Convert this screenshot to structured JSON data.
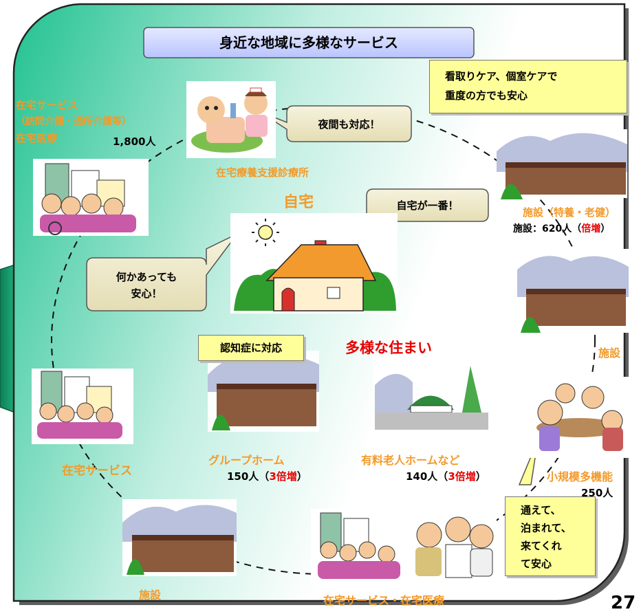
{
  "title": "身近な地域に多様なサービス",
  "page_number": "27",
  "hospice_note": [
    "看取りケア、個室ケアで",
    "重度の方でも安心"
  ],
  "home_care_top": {
    "lines": [
      "在宅サービス",
      "（訪問介護・通所介護等）",
      "在宅医療"
    ],
    "count": "1,800人"
  },
  "clinic_label": "在宅療養支援診療所",
  "night_bubble": "夜間も対応！",
  "home_label": "自宅",
  "home_best_bubble": "自宅が一番！",
  "anxiety_bubble": [
    "何かあっても",
    "安心！"
  ],
  "facility_top": {
    "label": "施設（特養・老健）",
    "count_prefix": "施設：620人（",
    "count_emph": "倍増",
    "count_suffix": "）"
  },
  "facility_right_label": "施設",
  "dementia_note": "認知症に対応",
  "diverse_housing": "多様な住まい",
  "group_home": {
    "label": "グループホーム",
    "count_prefix": "150人（",
    "count_emph": "3倍増",
    "count_suffix": "）"
  },
  "elderly_home": {
    "label": "有料老人ホームなど",
    "count_prefix": "140人（",
    "count_emph": "3倍増",
    "count_suffix": "）"
  },
  "small_multi": {
    "label": "小規模多機能",
    "count": "250人"
  },
  "home_service_left": "在宅サービス",
  "facility_bottom": "施設",
  "home_service_bottom": "在宅サービス・在宅医療",
  "small_multi_note": [
    "通えて、",
    "泊まれて、",
    "来てくれ",
    "て安心"
  ],
  "colors": {
    "orange_label": "#f39a2a",
    "emphasis_red": "#e60000",
    "note_yellow": "#ffff99",
    "bubble_tan": "#efeacb",
    "panel_teal": "#2fc79a"
  }
}
